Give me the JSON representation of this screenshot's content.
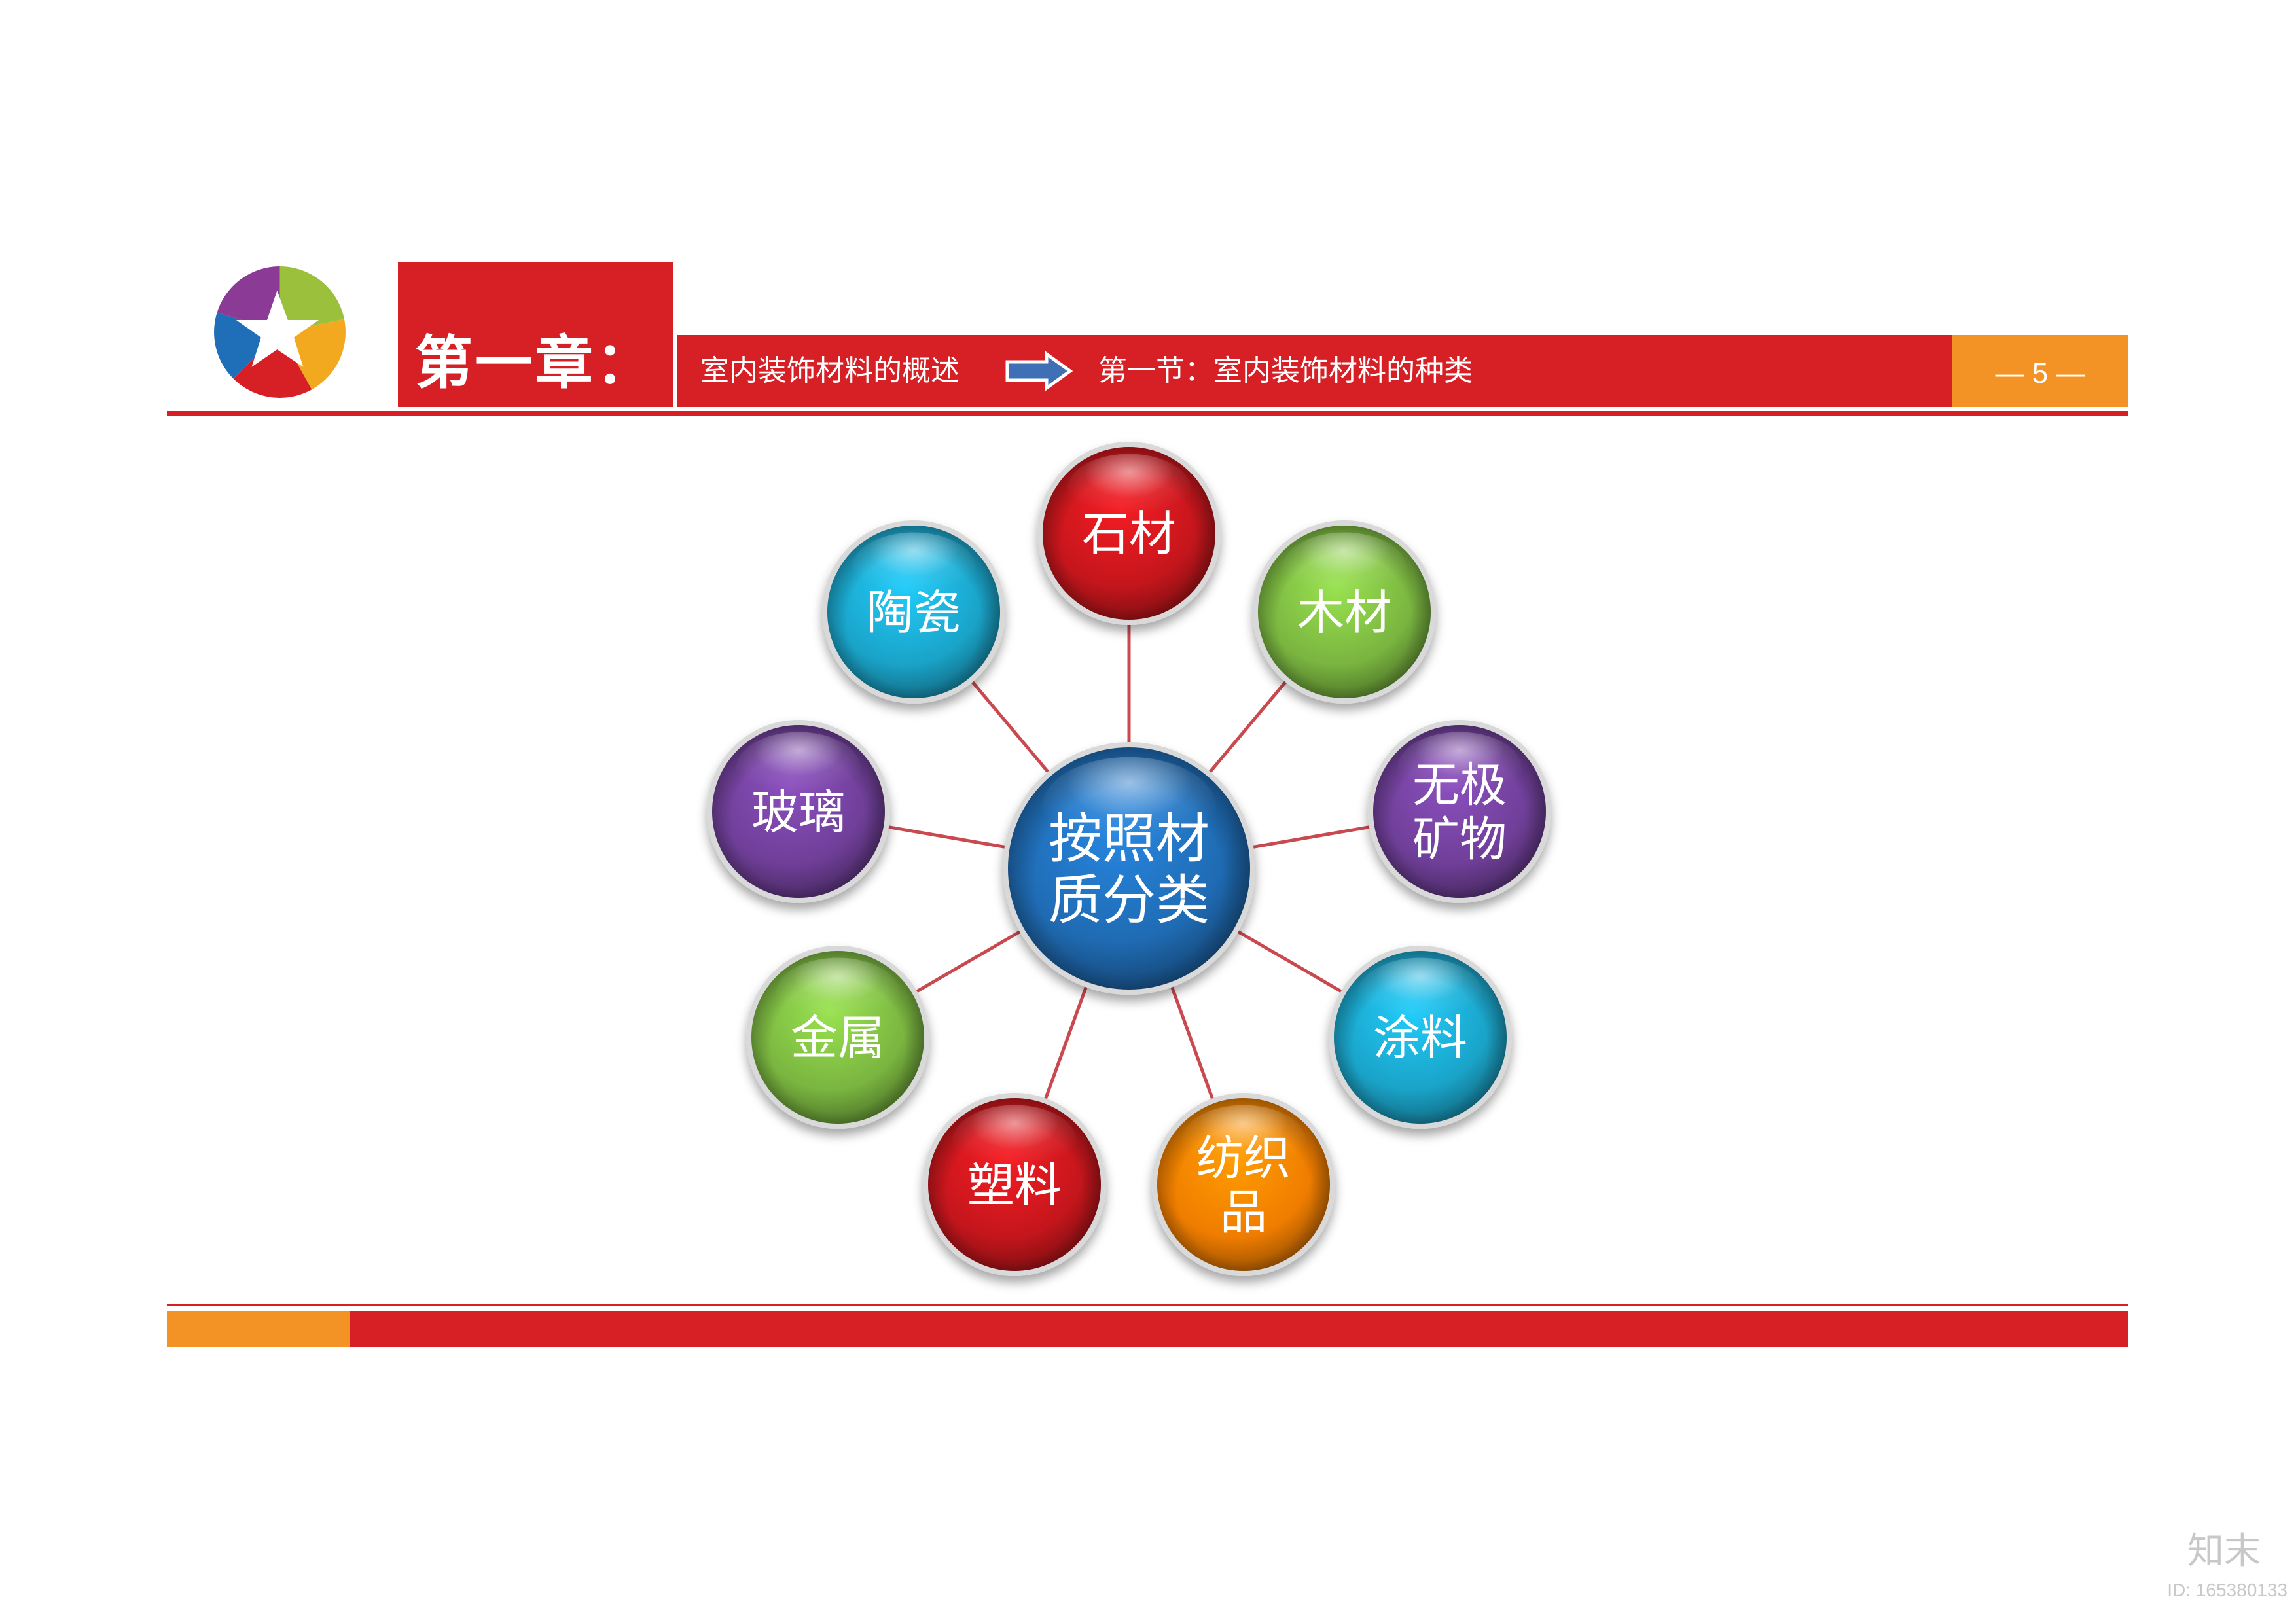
{
  "header": {
    "chapter": "第一章：",
    "subtitle_left": "室内装饰材料的概述",
    "subtitle_right": "第一节：室内装饰材料的种类",
    "page_number": "— 5 —"
  },
  "diagram": {
    "center": "按照材质分类",
    "nodes": [
      {
        "label": "石材",
        "color": "#c4161c"
      },
      {
        "label": "木材",
        "color": "#7ab540"
      },
      {
        "label": "无极矿物",
        "color": "#6f3f98"
      },
      {
        "label": "涂料",
        "color": "#1aa3c8"
      },
      {
        "label": "纺织品",
        "color": "#ef7d00"
      },
      {
        "label": "塑料",
        "color": "#c4161c"
      },
      {
        "label": "金属",
        "color": "#7ab540"
      },
      {
        "label": "玻璃",
        "color": "#6f3f98"
      },
      {
        "label": "陶瓷",
        "color": "#1aa3c8"
      }
    ],
    "center_color": "#1f6bb3",
    "connector_color": "#c9494f"
  },
  "colors": {
    "brand_red": "#d71f26",
    "brand_orange": "#f39325"
  },
  "watermark": {
    "logo": "知末",
    "id": "ID: 165380133"
  }
}
